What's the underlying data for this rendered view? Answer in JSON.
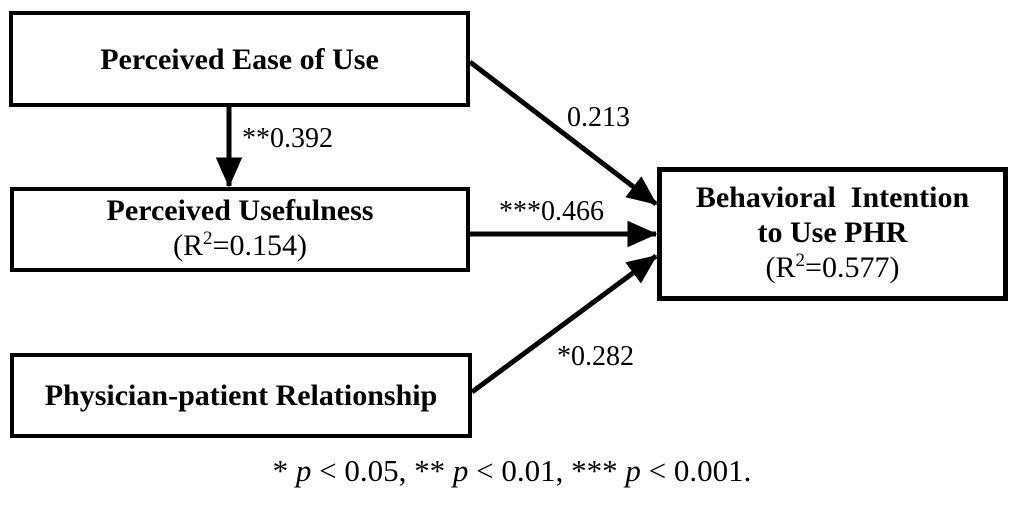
{
  "nodes": {
    "ease": {
      "title": "Perceived Ease of Use"
    },
    "usefulness": {
      "title": "Perceived Usefulness",
      "r2_open": "(R",
      "r2_sup": "2",
      "r2_close": "=0.154)"
    },
    "relationship": {
      "title": "Physician-patient Relationship"
    },
    "intention": {
      "line1": "Behavioral  Intention",
      "line2": "to Use PHR",
      "r2_open": "(R",
      "r2_sup": "2",
      "r2_close": "=0.577)"
    }
  },
  "edges": {
    "ease_to_usefulness": {
      "from": "ease",
      "to": "usefulness",
      "label": "**0.392"
    },
    "ease_to_intention": {
      "from": "ease",
      "to": "intention",
      "label": "0.213"
    },
    "usefulness_to_intention": {
      "from": "usefulness",
      "to": "intention",
      "label": "***0.466"
    },
    "relationship_to_intention": {
      "from": "relationship",
      "to": "intention",
      "label": "*0.282"
    }
  },
  "footnote": {
    "star1": "* ",
    "p1": "p",
    "seg1": " < 0.05, ",
    "star2": "** ",
    "p2": "p",
    "seg2": " < 0.01, ",
    "star3": "*** ",
    "p3": "p",
    "seg3": " < 0.001."
  },
  "colors": {
    "ink": "#000000",
    "background": "#ffffff"
  }
}
